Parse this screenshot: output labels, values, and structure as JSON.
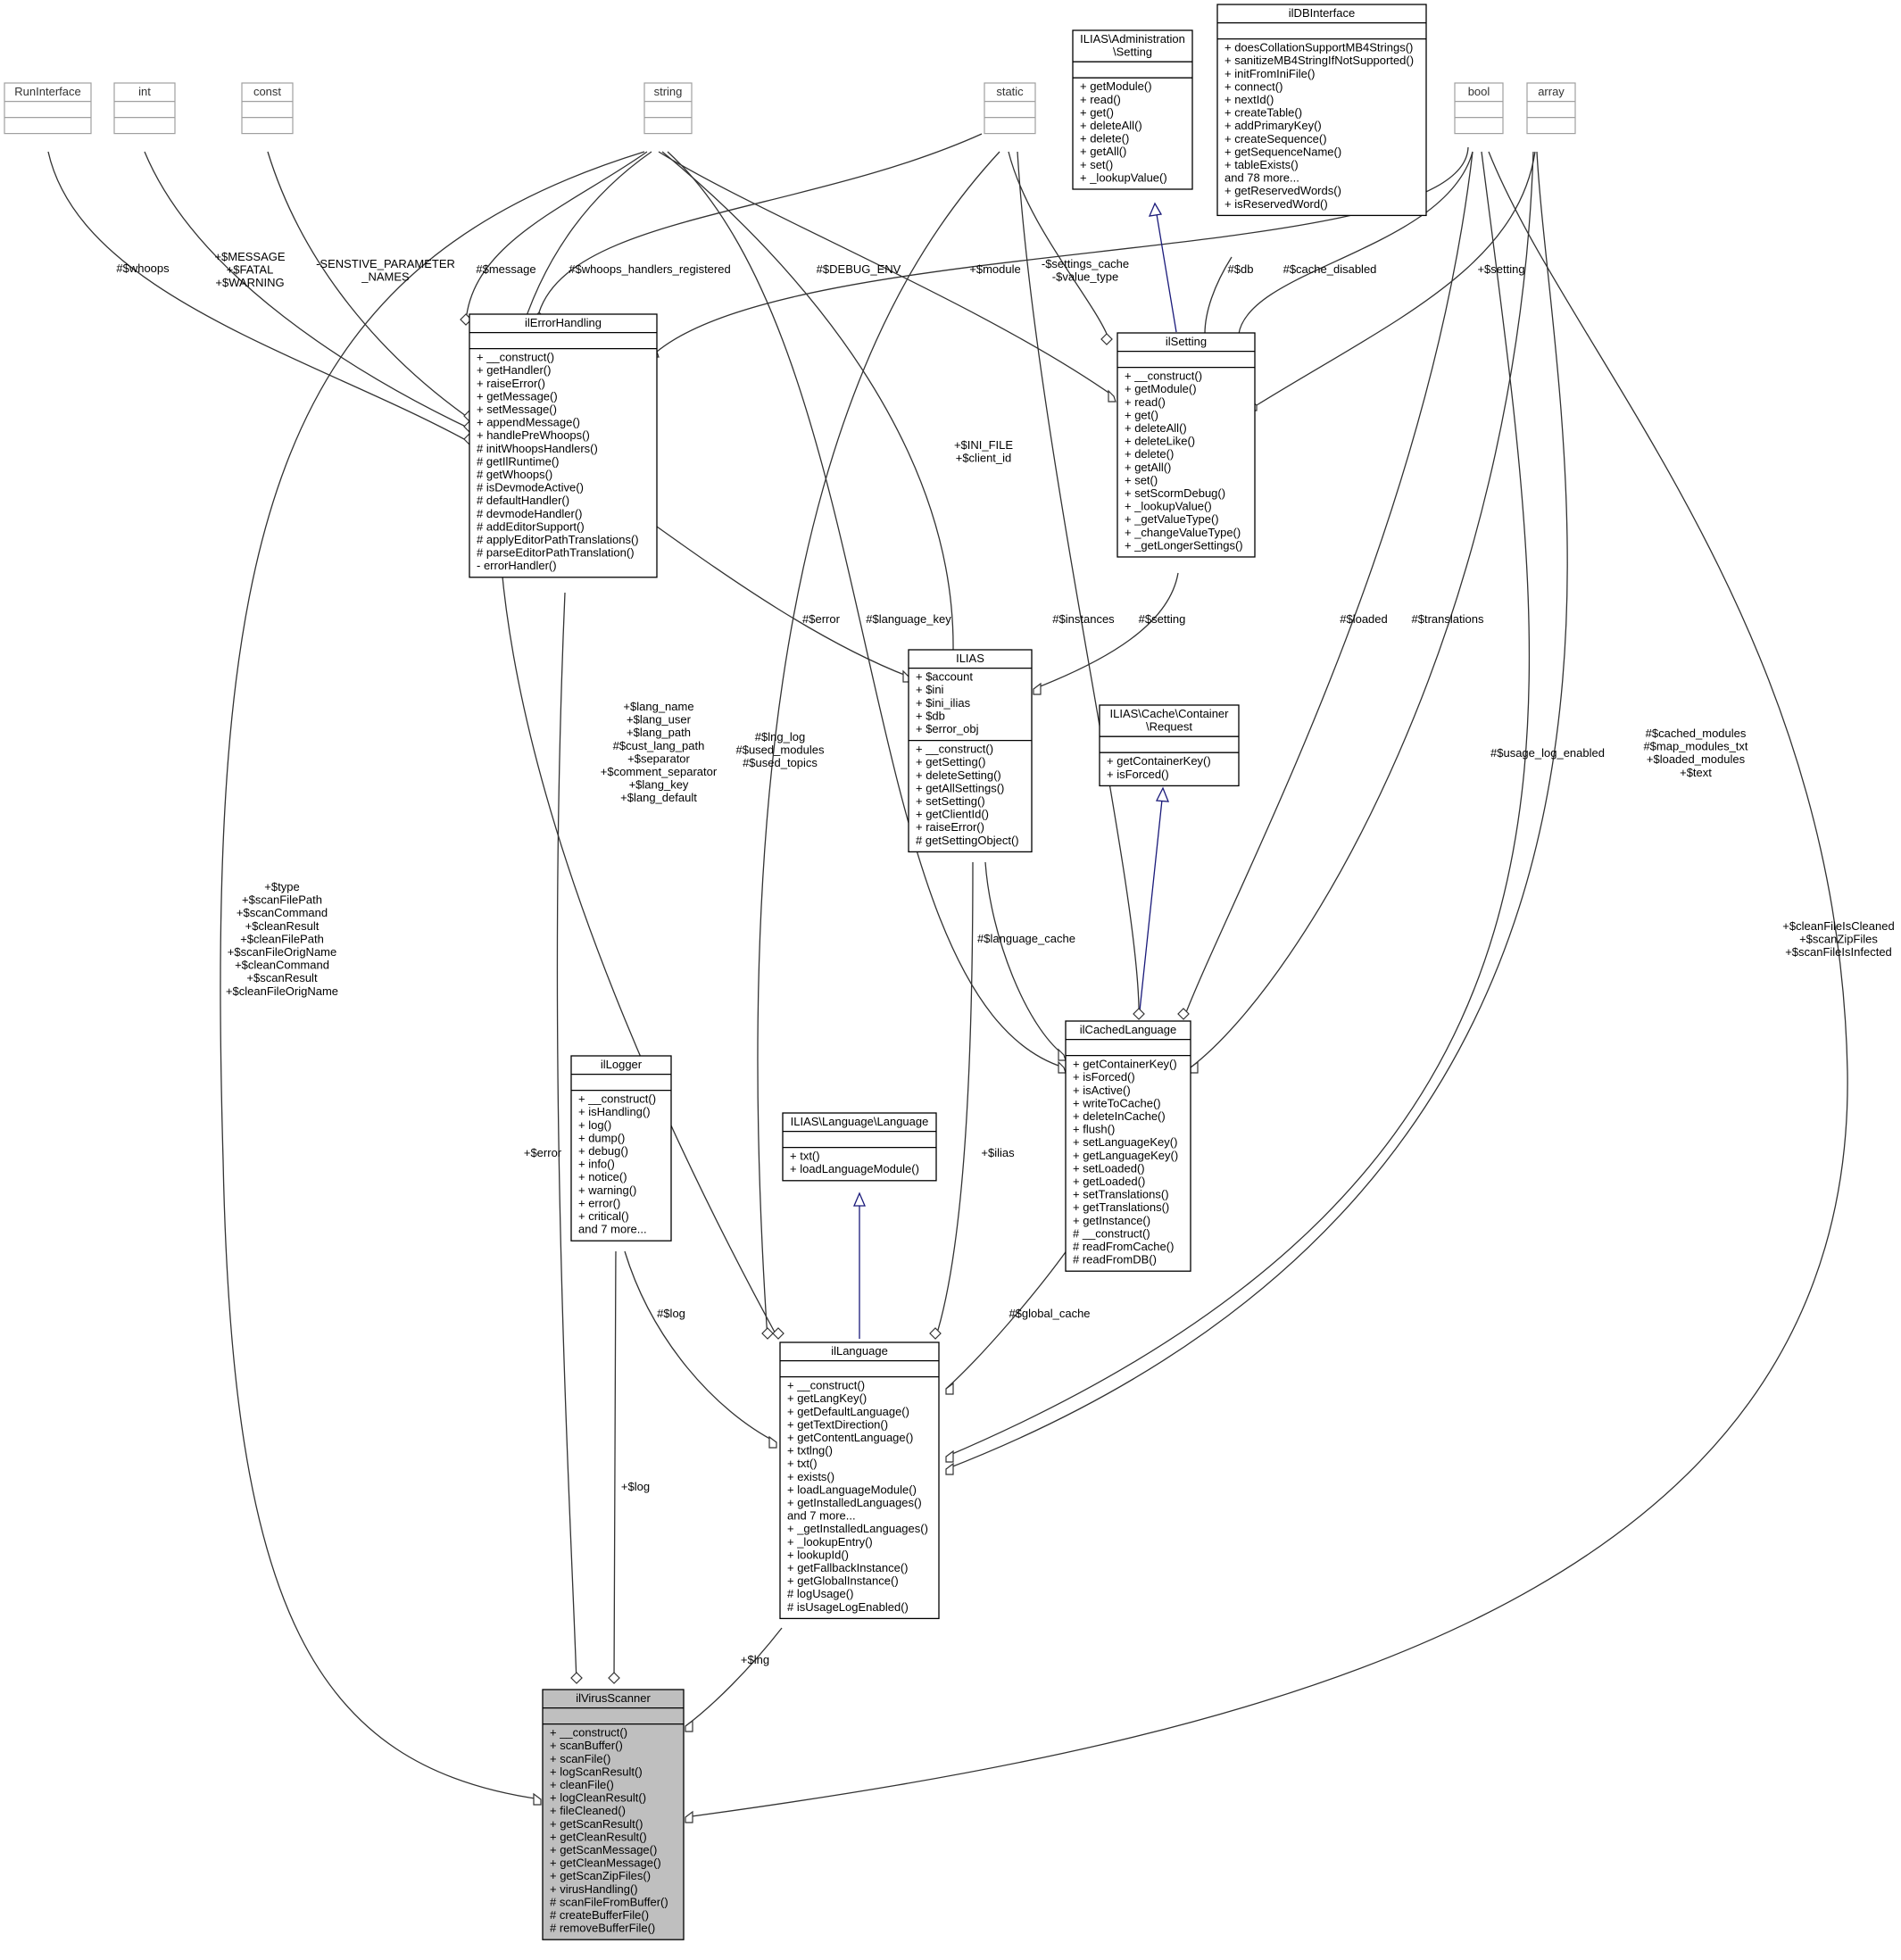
{
  "classes": {
    "RunInterface": {
      "title": [
        "RunInterface"
      ],
      "attrs": [],
      "ops": []
    },
    "int": {
      "title": [
        "int"
      ],
      "attrs": [],
      "ops": []
    },
    "const": {
      "title": [
        "const"
      ],
      "attrs": [],
      "ops": []
    },
    "string": {
      "title": [
        "string"
      ],
      "attrs": [],
      "ops": []
    },
    "static": {
      "title": [
        "static"
      ],
      "attrs": [],
      "ops": []
    },
    "bool": {
      "title": [
        "bool"
      ],
      "attrs": [],
      "ops": []
    },
    "array": {
      "title": [
        "array"
      ],
      "attrs": [],
      "ops": []
    },
    "AdminSetting": {
      "title": [
        "ILIAS\\Administration",
        "\\Setting"
      ],
      "attrs": [],
      "ops": [
        "+ getModule()",
        "+ read()",
        "+ get()",
        "+ deleteAll()",
        "+ delete()",
        "+ getAll()",
        "+ set()",
        "+ _lookupValue()"
      ]
    },
    "ilDBInterface": {
      "title": [
        "ilDBInterface"
      ],
      "attrs": [],
      "ops": [
        "+ doesCollationSupportMB4Strings()",
        "+ sanitizeMB4StringIfNotSupported()",
        "+ initFromIniFile()",
        "+ connect()",
        "+ nextId()",
        "+ createTable()",
        "+ addPrimaryKey()",
        "+ createSequence()",
        "+ getSequenceName()",
        "+ tableExists()",
        "and 78 more...",
        "+ getReservedWords()",
        "+ isReservedWord()"
      ]
    },
    "ilErrorHandling": {
      "title": [
        "ilErrorHandling"
      ],
      "attrs": [],
      "ops": [
        "+ __construct()",
        "+ getHandler()",
        "+ raiseError()",
        "+ getMessage()",
        "+ setMessage()",
        "+ appendMessage()",
        "+ handlePreWhoops()",
        "# initWhoopsHandlers()",
        "# getIlRuntime()",
        "# getWhoops()",
        "# isDevmodeActive()",
        "# defaultHandler()",
        "# devmodeHandler()",
        "# addEditorSupport()",
        "# applyEditorPathTranslations()",
        "# parseEditorPathTranslation()",
        "- errorHandler()"
      ]
    },
    "ilSetting": {
      "title": [
        "ilSetting"
      ],
      "attrs": [],
      "ops": [
        "+ __construct()",
        "+ getModule()",
        "+ read()",
        "+ get()",
        "+ deleteAll()",
        "+ deleteLike()",
        "+ delete()",
        "+ getAll()",
        "+ set()",
        "+ setScormDebug()",
        "+ _lookupValue()",
        "+ _getValueType()",
        "+ _changeValueType()",
        "+ _getLongerSettings()"
      ]
    },
    "ILIAS": {
      "title": [
        "ILIAS"
      ],
      "attrs": [
        "+ $account",
        "+ $ini",
        "+ $ini_ilias",
        "+ $db",
        "+ $error_obj"
      ],
      "ops": [
        "+ __construct()",
        "+ getSetting()",
        "+ deleteSetting()",
        "+ getAllSettings()",
        "+ setSetting()",
        "+ getClientId()",
        "+ raiseError()",
        "# getSettingObject()"
      ]
    },
    "CacheRequest": {
      "title": [
        "ILIAS\\Cache\\Container",
        "\\Request"
      ],
      "attrs": [],
      "ops": [
        "+ getContainerKey()",
        "+ isForced()"
      ]
    },
    "ilCachedLanguage": {
      "title": [
        "ilCachedLanguage"
      ],
      "attrs": [],
      "ops": [
        "+ getContainerKey()",
        "+ isForced()",
        "+ isActive()",
        "+ writeToCache()",
        "+ deleteInCache()",
        "+ flush()",
        "+ setLanguageKey()",
        "+ getLanguageKey()",
        "+ setLoaded()",
        "+ getLoaded()",
        "+ setTranslations()",
        "+ getTranslations()",
        "+ getInstance()",
        "# __construct()",
        "# readFromCache()",
        "# readFromDB()"
      ]
    },
    "ilLogger": {
      "title": [
        "ilLogger"
      ],
      "attrs": [],
      "ops": [
        "+ __construct()",
        "+ isHandling()",
        "+ log()",
        "+ dump()",
        "+ debug()",
        "+ info()",
        "+ notice()",
        "+ warning()",
        "+ error()",
        "+ critical()",
        "and 7 more..."
      ]
    },
    "LanguageIface": {
      "title": [
        "ILIAS\\Language\\Language"
      ],
      "attrs": [],
      "ops": [
        "+ txt()",
        "+ loadLanguageModule()"
      ]
    },
    "ilLanguage": {
      "title": [
        "ilLanguage"
      ],
      "attrs": [],
      "ops": [
        "+ __construct()",
        "+ getLangKey()",
        "+ getDefaultLanguage()",
        "+ getTextDirection()",
        "+ getContentLanguage()",
        "+ txtlng()",
        "+ txt()",
        "+ exists()",
        "+ loadLanguageModule()",
        "+ getInstalledLanguages()",
        "and 7 more...",
        "+ _getInstalledLanguages()",
        "+ _lookupEntry()",
        "+ lookupId()",
        "+ getFallbackInstance()",
        "+ getGlobalInstance()",
        "# logUsage()",
        "# isUsageLogEnabled()"
      ]
    },
    "ilVirusScanner": {
      "title": [
        "ilVirusScanner"
      ],
      "attrs": [],
      "ops": [
        "+ __construct()",
        "+ scanBuffer()",
        "+ scanFile()",
        "+ logScanResult()",
        "+ cleanFile()",
        "+ logCleanResult()",
        "+ fileCleaned()",
        "+ getScanResult()",
        "+ getCleanResult()",
        "+ getScanMessage()",
        "+ getCleanMessage()",
        "+ getScanZipFiles()",
        "+ virusHandling()",
        "# scanFileFromBuffer()",
        "# createBufferFile()",
        "# removeBufferFile()"
      ]
    }
  },
  "edge_labels": {
    "whoops": [
      "#$whoops"
    ],
    "int_err": [
      "+$MESSAGE",
      "+$FATAL",
      "+$WARNING"
    ],
    "const_err": [
      "-SENSTIVE_PARAMETER",
      "_NAMES"
    ],
    "string_err": [
      "#$message"
    ],
    "static_err": [
      "#$whoops_handlers_registered"
    ],
    "bool_err": [
      "#$DEBUG_ENV"
    ],
    "string_setting": [
      "+$module"
    ],
    "static_setting": [
      "-$settings_cache",
      "-$value_type"
    ],
    "db_setting": [
      "#$db"
    ],
    "bool_setting": [
      "#$cache_disabled"
    ],
    "array_setting": [
      "+$setting"
    ],
    "string_ilias": [
      "+$INI_FILE",
      "+$client_id"
    ],
    "err_ilias": [
      "#$error"
    ],
    "setting_ilias": [
      "#$setting"
    ],
    "string_cached": [
      "#$language_key"
    ],
    "static_cached": [
      "#$instances"
    ],
    "bool_cached": [
      "#$loaded"
    ],
    "array_cached": [
      "#$translations"
    ],
    "ilias_cached": [
      "#$language_cache"
    ],
    "string_lang": [
      "+$lang_name",
      "+$lang_user",
      "+$lang_path",
      "#$cust_lang_path",
      "+$separator",
      "+$comment_separator",
      "+$lang_key",
      "+$lang_default"
    ],
    "static_lang": [
      "#$lng_log",
      "#$used_modules",
      "#$used_topics"
    ],
    "bool_lang": [
      "#$usage_log_enabled"
    ],
    "array_lang": [
      "#$cached_modules",
      "#$map_modules_txt",
      "+$loaded_modules",
      "+$text"
    ],
    "ilias_lang": [
      "+$ilias"
    ],
    "cached_lang": [
      "#$global_cache"
    ],
    "logger_lang": [
      "#$log"
    ],
    "string_vs": [
      "+$type",
      "+$scanFilePath",
      "+$scanCommand",
      "+$cleanResult",
      "+$cleanFilePath",
      "+$scanFileOrigName",
      "+$cleanCommand",
      "+$scanResult",
      "+$cleanFileOrigName"
    ],
    "err_vs": [
      "+$error"
    ],
    "logger_vs": [
      "+$log"
    ],
    "lang_vs": [
      "+$lng"
    ],
    "bool_vs": [
      "+$cleanFileIsCleaned",
      "+$scanZipFiles",
      "+$scanFileIsInfected"
    ]
  }
}
